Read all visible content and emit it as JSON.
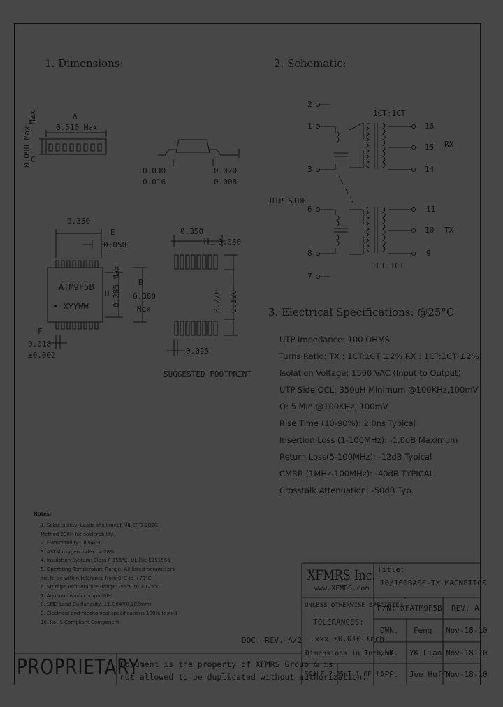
{
  "headings": {
    "dimensions": "1. Dimensions:",
    "schematic": "2. Schematic:",
    "electrical": "3. Electrical   Specifications: @25°C"
  },
  "dimensions": {
    "a_label": "A",
    "a_value": "0.510 Max",
    "c_label": "C",
    "c_value": "0.090 Max",
    "lead_top": "0.030",
    "lead_bot": "0.016",
    "thick_top": "0.020",
    "thick_bot": "0.008",
    "pitch": "0.350",
    "e_label": "E",
    "e_value": "0.050",
    "part_marking": "ATM9F5B",
    "date_code": "• XYYWW",
    "d_label": "D",
    "d_value": "0.285 Max",
    "b_label": "B",
    "b_value": "0.380",
    "b_max": "Max",
    "f_label": "F",
    "f_value": "0.018",
    "f_tol": "±0.002",
    "fp_pitch": "0.350",
    "fp_pad": "0.050",
    "fp_h1": "0.270",
    "fp_h2": "0.120",
    "fp_width": "0.025",
    "fp_caption": "SUGGESTED FOOTPRINT"
  },
  "schematic": {
    "ratio_top": "1CT:1CT",
    "ratio_bot": "1CT:1CT",
    "side_label": "UTP SIDE",
    "rx_label": "RX",
    "tx_label": "TX",
    "pins_left": [
      "2",
      "1",
      "3",
      "6",
      "8",
      "7"
    ],
    "pins_right": [
      "16",
      "15",
      "14",
      "11",
      "10",
      "9"
    ]
  },
  "specs": [
    "UTP Impedance: 100 OHMS",
    "Turns Ratio: TX : 1CT:1CT ±2%   RX : 1CT:1CT ±2%",
    "Isolation Voltage: 1500 VAC (Input to Output)",
    "UTP Side OCL: 350uH Minimum @100KHz,100mV",
    "Q: 5 Min @100KHz, 100mV",
    "Rise Time (10-90%):   2.0ns Typical",
    "Insertion Loss (1-100MHz): -1.0dB Maximum",
    "Return Loss(5-100MHz): -12dB Typical",
    "CMRR (1MHz-100MHz): -40dB TYPICAL",
    "Crosstalk Attenuation: -50dB Typ."
  ],
  "notes": {
    "title": "Notes:",
    "items": [
      "1. Solderability: Leads shall meet MIL-STD-202G,",
      "    Method 208H for solderability.",
      "2. Flammability: UL94V-0",
      "3. ASTM oxygen index: > 28%",
      "4. Insulation System: Class F 155°C; UL File E151556",
      "5. Operating Temperature Range: All listed parameters",
      "    are to be within tolerance from 0°C to +70°C",
      "6. Storage Temperature Range: -55°C to +125°C",
      "7. Aqueous wash compatible",
      "8. SMD Lead Coplanarity: ±0.004\"(0.102mm)",
      "9. Electrical and mechanical specifications 100% tested",
      "10. RoHS Compliant Component"
    ]
  },
  "doc_rev": "DOC. REV. A/2",
  "proprietary": {
    "label": "PROPRIETARY",
    "line1": "Document is the property of XFMRS Group & is",
    "line2": "not allowed to be duplicated without authorization."
  },
  "title_block": {
    "company": "XFMRS Inc.",
    "website": "www.XFMRS.com",
    "title_label": "Title:",
    "title": "10/100BASE-TX MAGNETICS",
    "unless": "UNLESS OTHERWISE SPECIFIED",
    "tol_label": "TOLERANCES:",
    "tol_value": ".xxx ±0.010 Inch",
    "dim_units": "Dimensions in Inch/mm",
    "pn": "P/N: XFATM9F5B",
    "rev": "REV. A",
    "dwn": "DWN.",
    "dwn_name": "Feng",
    "dwn_date": "Nov-18-10",
    "chk": "CHK.",
    "chk_name": "YK Liao",
    "chk_date": "Nov-18-10",
    "app": "APP.",
    "app_name": "Joe Huff",
    "app_date": "Nov-18-10",
    "scale": "SCALE 2:1",
    "sheet": "SHT 1 OF 1"
  }
}
